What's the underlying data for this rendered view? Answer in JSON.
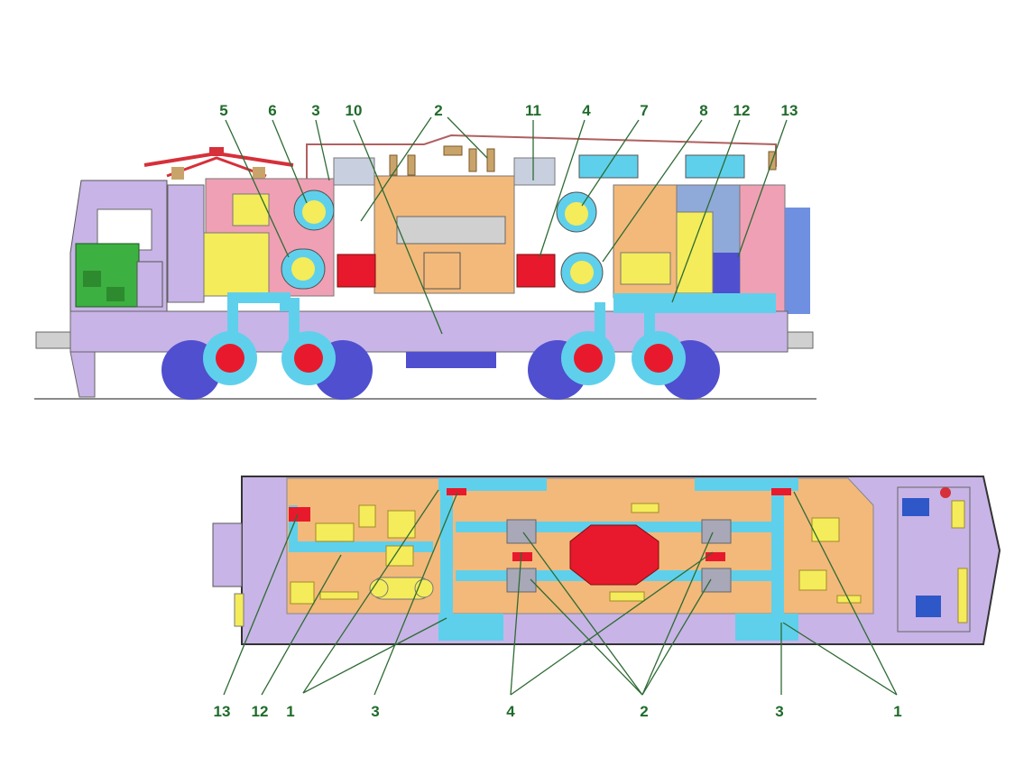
{
  "side_view": {
    "callouts": [
      "5",
      "6",
      "3",
      "10",
      "2",
      "11",
      "4",
      "7",
      "8",
      "12",
      "13"
    ]
  },
  "plan_view": {
    "callouts": [
      "13",
      "12",
      "1",
      "3",
      "4",
      "2",
      "3",
      "1"
    ]
  },
  "colors": {
    "body_lilac": "#c8b4e6",
    "compartment_orange": "#f3b97a",
    "compartment_pink": "#f0a0b4",
    "ducts_cyan": "#5fd0ec",
    "equipment_yellow": "#f4ec5a",
    "resistor_red": "#e8192c",
    "wheels_blue": "#4f4fcf",
    "cab_green": "#3cb040",
    "label_green": "#1f6b2a",
    "pantograph_red": "#d6303a"
  }
}
